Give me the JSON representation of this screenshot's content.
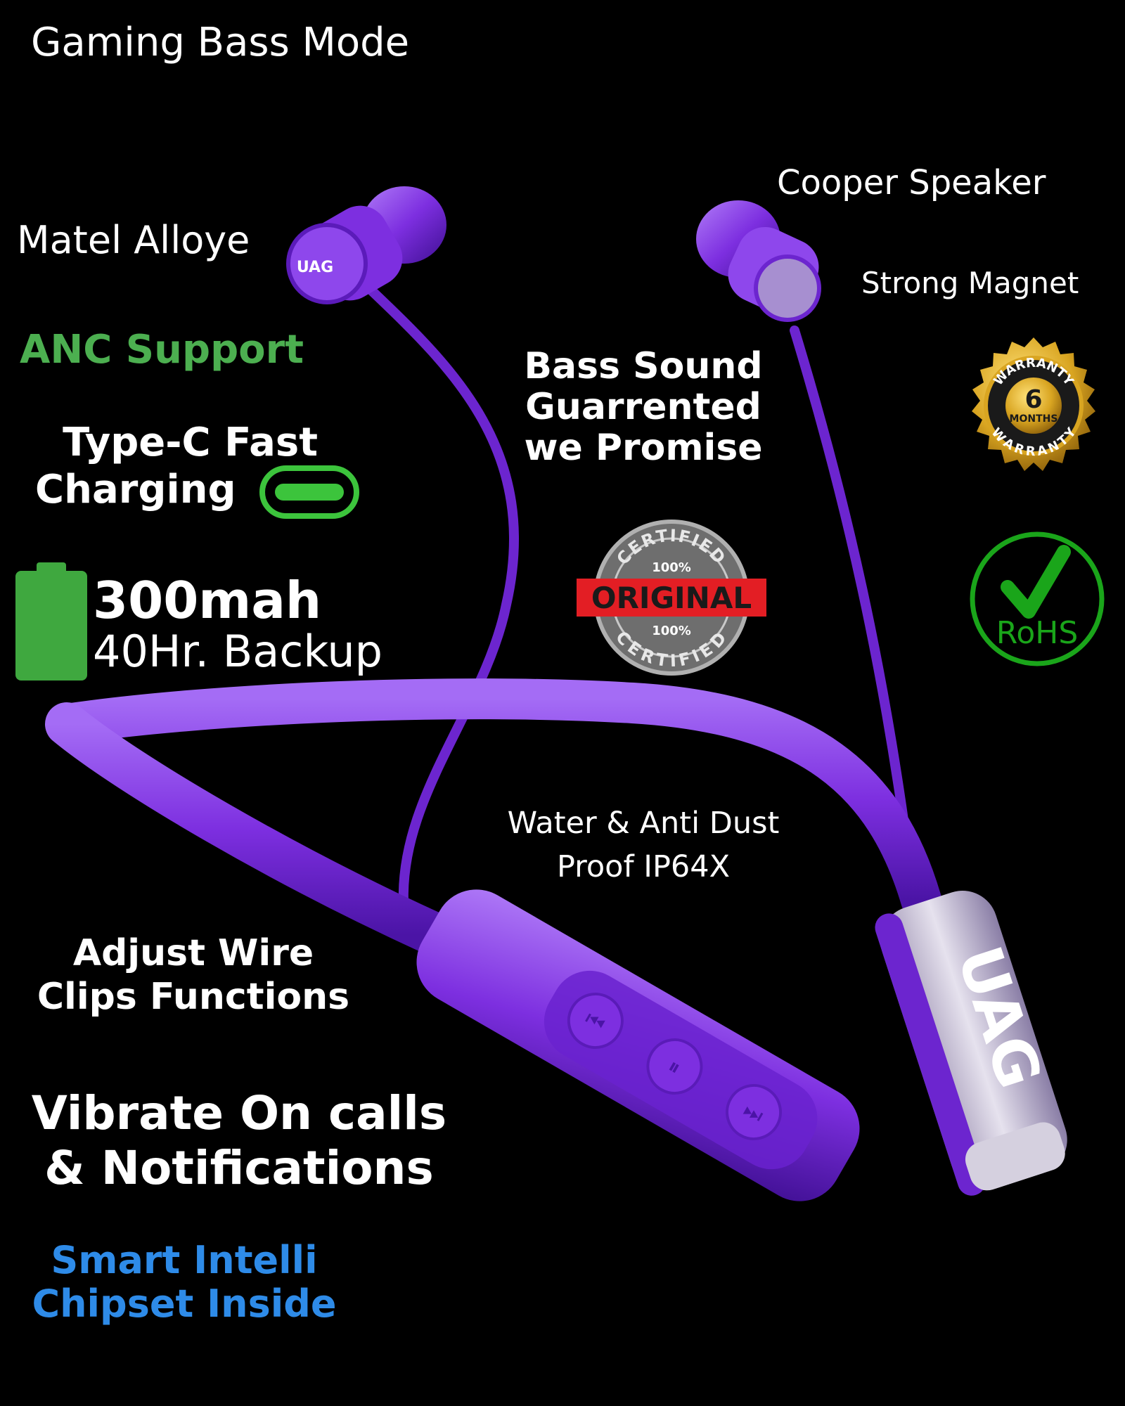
{
  "headline": "Gaming Bass Mode",
  "features": {
    "metal": "Matel Alloye",
    "anc": "ANC Support",
    "type_c_line1": "Type-C Fast",
    "type_c_line2": "Charging",
    "battery_capacity": "300mah",
    "battery_backup": "40Hr. Backup",
    "copper": "Cooper Speaker",
    "magnet": "Strong Magnet",
    "bass_line1": "Bass Sound",
    "bass_line2": "Guarrented",
    "bass_line3": "we Promise",
    "water_line1": "Water & Anti Dust",
    "water_line2": "Proof IP64X",
    "wire_line1": "Adjust Wire",
    "wire_line2": "Clips Functions",
    "vibrate_line1": "Vibrate On calls",
    "vibrate_line2": "& Notifications",
    "chipset_line1": "Smart Intelli",
    "chipset_line2": "Chipset Inside"
  },
  "badges": {
    "warranty_top": "WARRANTY",
    "warranty_number": "6",
    "warranty_unit": "MONTHS",
    "warranty_bottom": "WARRANTY",
    "certified_top": "CERTIFIED",
    "certified_percent_top": "100%",
    "certified_main": "ORIGINAL",
    "certified_percent_bottom": "100%",
    "certified_bottom": "CERTIFIED",
    "rohs": "RoHS"
  },
  "product": {
    "brand": "UAG",
    "color": "#7d2fe0",
    "color_dark": "#4b14a6",
    "color_light": "#a46cf5"
  },
  "colors": {
    "anc": "#4caf50",
    "type_c_icon": "#3cc43c",
    "battery": "#3fa83f",
    "rohs": "#1aa51a",
    "chipset": "#2e8be8",
    "warranty_gold": "#d9a521",
    "certified_red": "#e31e24",
    "certified_gray": "#8a8a8a"
  }
}
